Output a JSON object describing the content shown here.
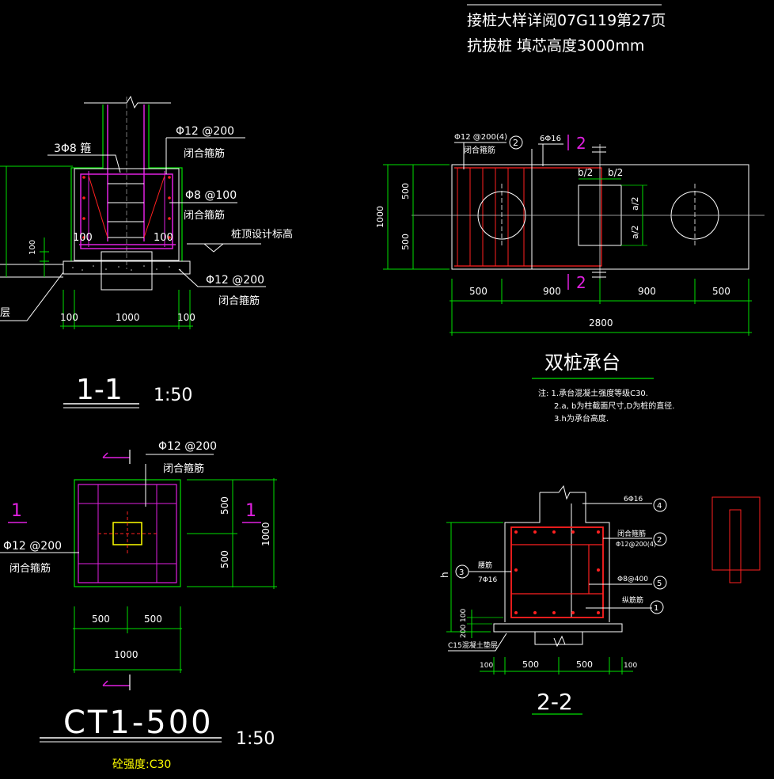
{
  "colors": {
    "bg": "#000000",
    "green": "#00e000",
    "white": "#ffffff",
    "magenta": "#e020e0",
    "red": "#ff2020",
    "yellow": "#ffff00",
    "ink": "#c8c8c8"
  },
  "header": {
    "line1": "接桩大样详阅07G119第27页",
    "line2": "抗拔桩 填芯高度3000mm"
  },
  "sec11": {
    "lbl_3phi8": "3Φ8 箍",
    "lbl_phi12_top": "Φ12 @200",
    "lbl_closed1": "闭合箍筋",
    "lbl_phi8": "Φ8 @100",
    "lbl_closed2": "闭合箍筋",
    "lbl_100a": "100",
    "lbl_100b": "100",
    "lbl_100c": "100",
    "lbl_pile_top": "桩顶设计标高",
    "lbl_phi12_bot": "Φ12 @200",
    "lbl_closed3": "闭合箍筋",
    "lbl_layer": "层",
    "dim_100l": "100",
    "dim_1000": "1000",
    "dim_100r": "100",
    "title": "1-1",
    "scale": "1:50"
  },
  "ct1": {
    "lbl_phi12_top": "Φ12 @200",
    "lbl_closed_top": "闭合箍筋",
    "lbl_phi12_left": "Φ12 @200",
    "lbl_closed_left": "闭合箍筋",
    "cut_left": "1",
    "cut_right": "1",
    "dim_500a": "500",
    "dim_500b": "500",
    "dim_1000v": "1000",
    "dim_500c": "500",
    "dim_500d": "500",
    "dim_1000h": "1000",
    "title": "CT1-500",
    "scale": "1:50",
    "strength": "砼强度:C30"
  },
  "twin": {
    "lbl_phi12": "Φ12 @200(4)",
    "lbl_closed": "闭合箍筋",
    "bubble2": "2",
    "lbl_6phi16": "6Φ16",
    "cut_top": "2",
    "cut_bot": "2",
    "lbl_b2a": "b/2",
    "lbl_b2b": "b/2",
    "lbl_a2a": "a/2",
    "lbl_a2b": "a/2",
    "dim_500v1": "500",
    "dim_500v2": "500",
    "dim_1000": "1000",
    "dim_500a": "500",
    "dim_900a": "900",
    "dim_900b": "900",
    "dim_500b": "500",
    "dim_2800": "2800",
    "title": "双桩承台",
    "notes": [
      "注: 1.承台混凝土强度等级C30.",
      "2.a, b为柱截面尺寸,D为桩的直径.",
      "3.h为承台高度."
    ]
  },
  "sec22": {
    "lbl_6phi16": "6Φ16",
    "b4": "4",
    "lbl_closed": "闭合箍筋",
    "lbl_phi12": "Φ12@200(4)",
    "b2": "2",
    "lbl_side": "腰筋",
    "lbl_7phi16": "7Φ16",
    "b3": "3",
    "lbl_phi8": "Φ8@400",
    "b5": "5",
    "lbl_main": "纵筋筋",
    "b1": "1",
    "lbl_h": "h",
    "lbl_100v": "100",
    "lbl_200v": "200",
    "lbl_c15": "C15混凝土垫层",
    "dim_100l": "100",
    "dim_500a": "500",
    "dim_500b": "500",
    "dim_100r": "100",
    "title": "2-2"
  }
}
